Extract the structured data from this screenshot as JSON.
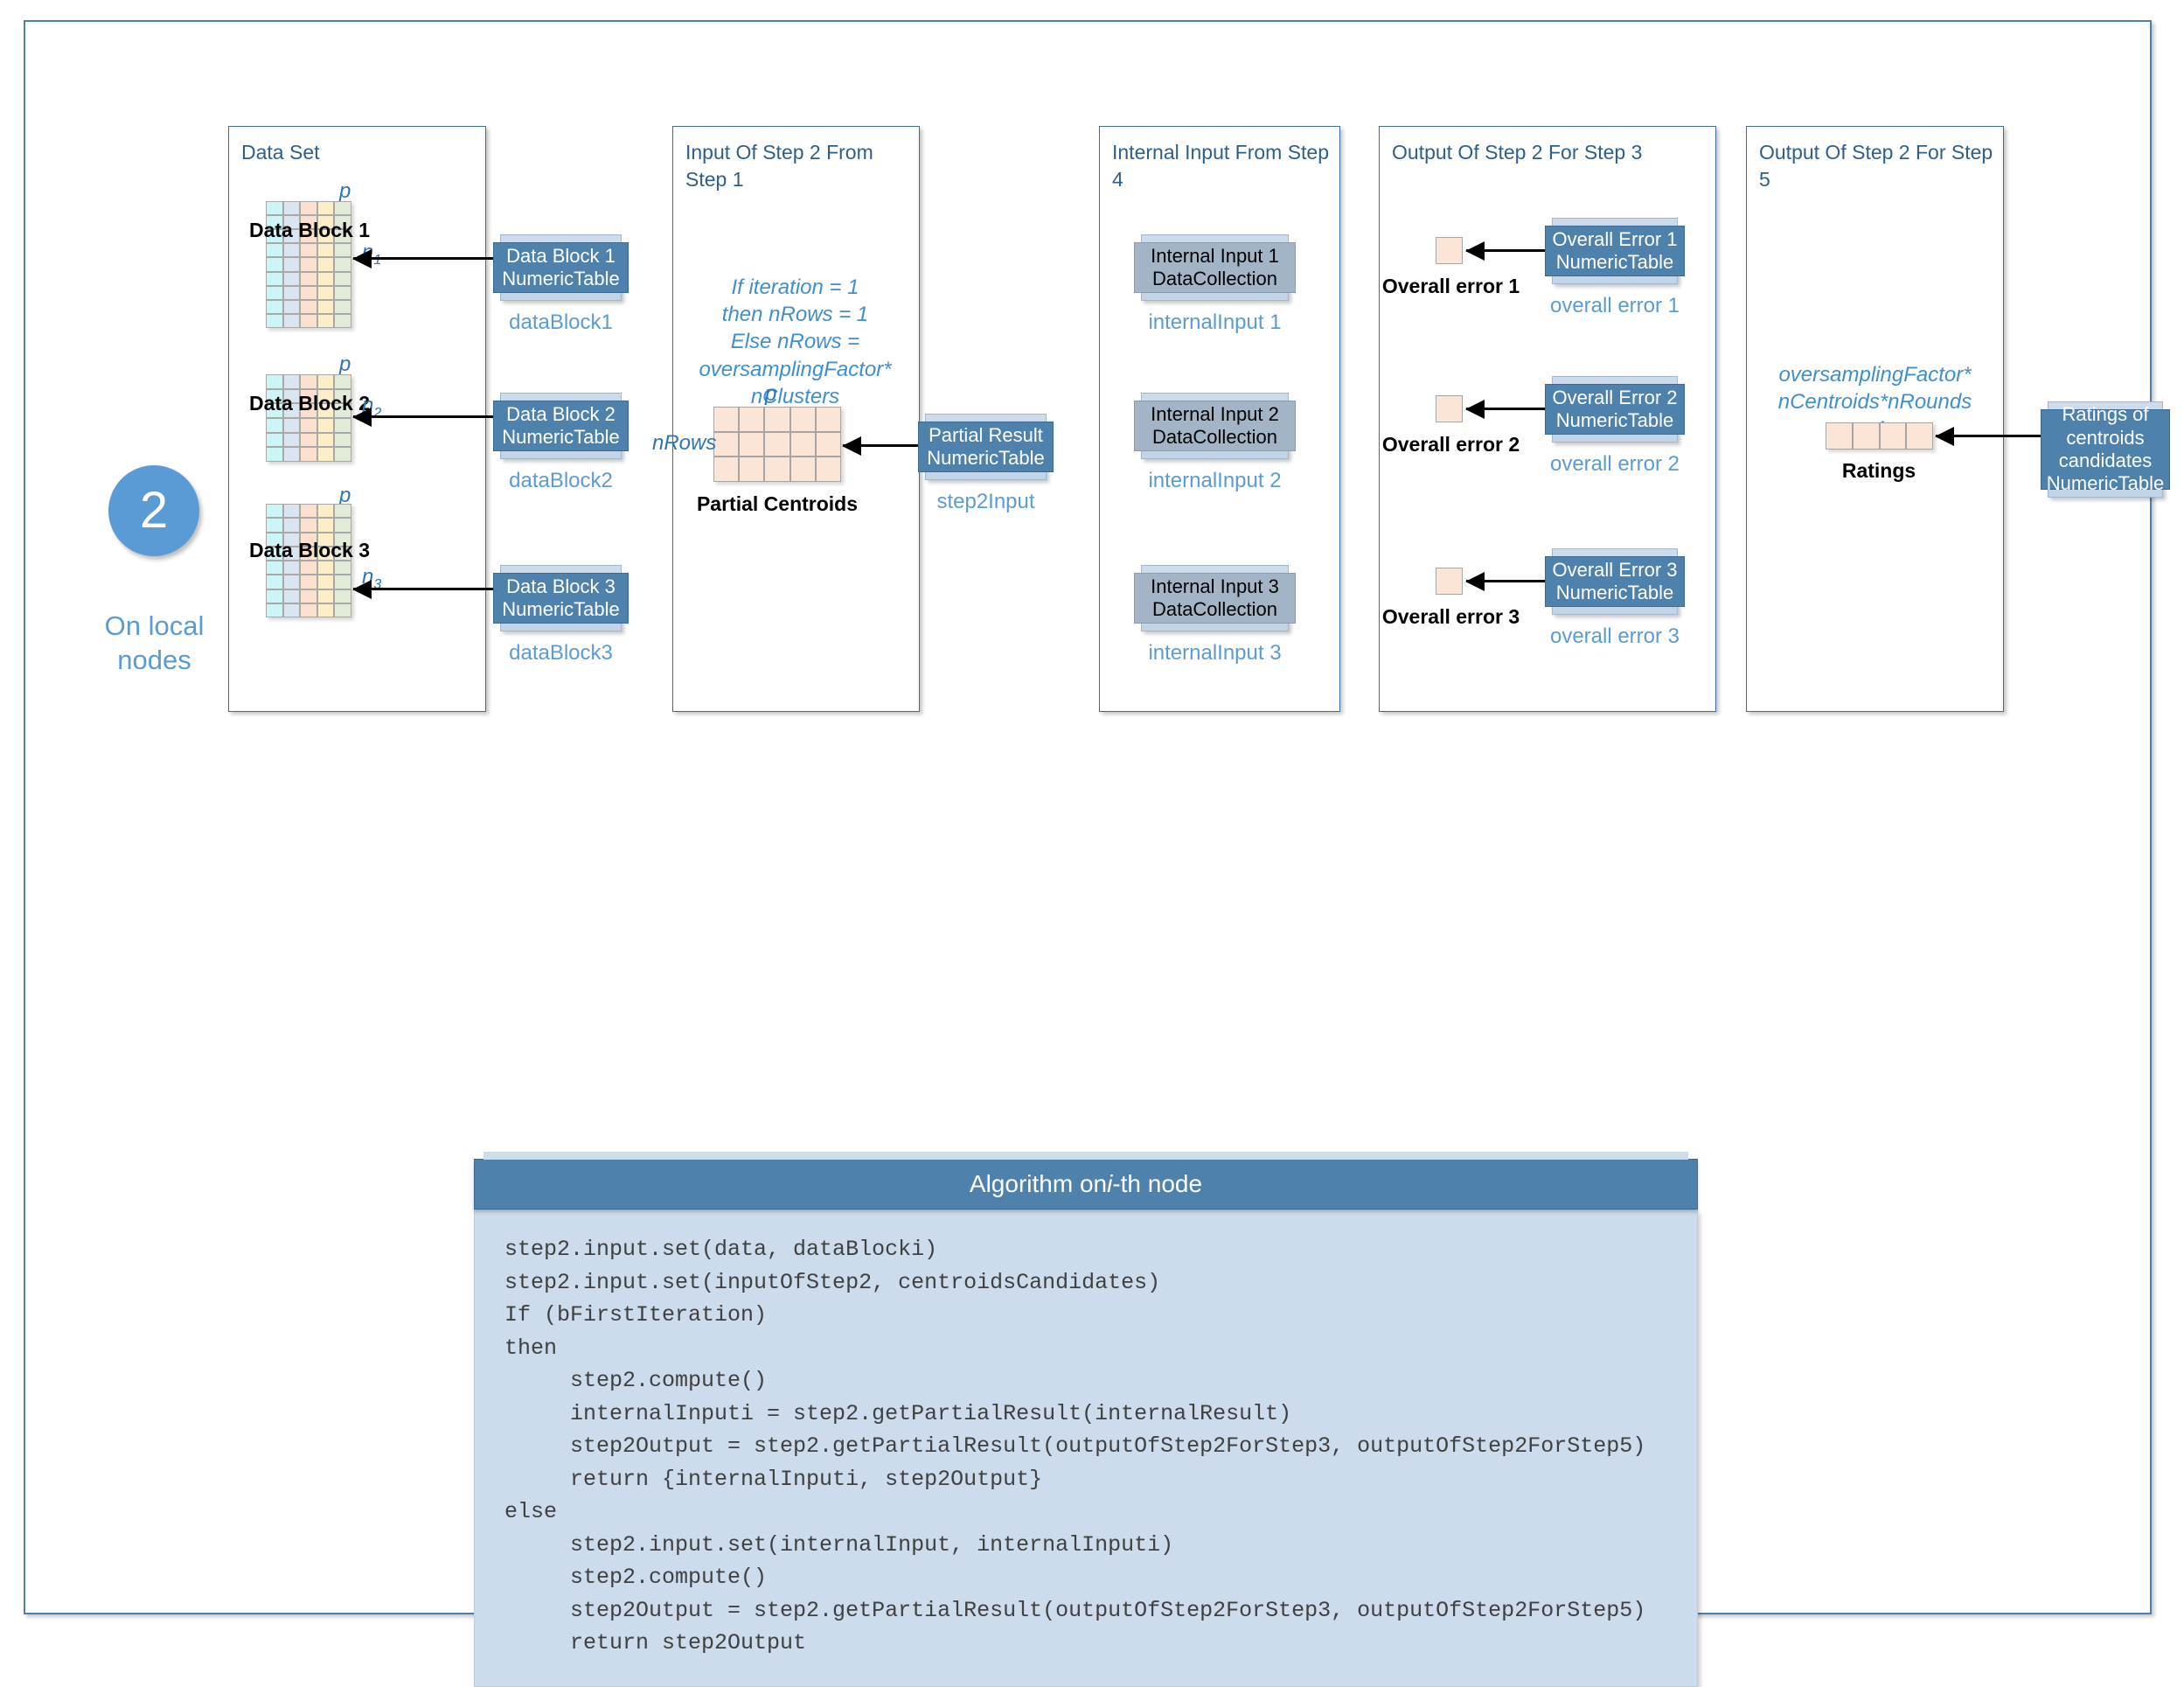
{
  "step": {
    "number": "2",
    "caption": "On local\nnodes",
    "accent": "#5b9bd5"
  },
  "panels": {
    "data_set": {
      "title": "Data Set"
    },
    "input_step1": {
      "title": "Input Of Step 2 From Step 1"
    },
    "internal_input": {
      "title": "Internal Input From Step 4"
    },
    "output_step3": {
      "title": "Output Of Step 2 For Step 3"
    },
    "output_step5": {
      "title": "Output Of Step 2 For Step 5"
    }
  },
  "data_blocks": [
    {
      "name": "Data Block 1",
      "cols_label": "p",
      "rows_label": "n",
      "rows_sub": "1",
      "box_title": "Data Block 1\nNumericTable",
      "api": "dataBlock1",
      "rows": 9,
      "cols": 5
    },
    {
      "name": "Data Block 2",
      "cols_label": "p",
      "rows_label": "n",
      "rows_sub": "2",
      "box_title": "Data Block 2\nNumericTable",
      "api": "dataBlock2",
      "rows": 6,
      "cols": 5
    },
    {
      "name": "Data Block 3",
      "cols_label": "p",
      "rows_label": "n",
      "rows_sub": "3",
      "box_title": "Data Block 3\nNumericTable",
      "api": "dataBlock3",
      "rows": 8,
      "cols": 5
    }
  ],
  "input_step1": {
    "note": "If iteration = 1\nthen nRows = 1\nElse nRows =\noversamplingFactor*\nnClusters",
    "matrix": {
      "cols_label": "p",
      "rows_label": "nRows",
      "caption": "Partial Centroids",
      "rows": 3,
      "cols": 5
    },
    "box_title": "Partial Result\nNumericTable",
    "api": "step2Input"
  },
  "internal_inputs": [
    {
      "box_title": "Internal Input 1\nDataCollection",
      "api": "internalInput 1"
    },
    {
      "box_title": "Internal Input 2\nDataCollection",
      "api": "internalInput 2"
    },
    {
      "box_title": "Internal Input 3\nDataCollection",
      "api": "internalInput 3"
    }
  ],
  "overall_errors": [
    {
      "caption": "Overall  error 1",
      "box_title": "Overall Error 1\nNumericTable",
      "api": "overall error 1"
    },
    {
      "caption": "Overall  error 2",
      "box_title": "Overall Error 2\nNumericTable",
      "api": "overall error 2"
    },
    {
      "caption": "Overall  error 3",
      "box_title": "Overall Error 3\nNumericTable",
      "api": "overall error 3"
    }
  ],
  "ratings": {
    "note": "oversamplingFactor*\nnCentroids*nRounds\n+1",
    "caption": "Ratings",
    "cells": 4,
    "box_title": "Ratings of\ncentroids\ncandidates\nNumericTable"
  },
  "algorithm": {
    "title_pre": "Algorithm on ",
    "title_italic": "i",
    "title_post": "-th node",
    "code": "step2.input.set(data, dataBlocki)\nstep2.input.set(inputOfStep2, centroidsCandidates)\nIf (bFirstIteration)\nthen\n     step2.compute()\n     internalInputi = step2.getPartialResult(internalResult)\n     step2Output = step2.getPartialResult(outputOfStep2ForStep3, outputOfStep2ForStep5)\n     return {internalInputi, step2Output}\nelse\n     step2.input.set(internalInput, internalInputi)\n     step2.compute()\n     step2Output = step2.getPartialResult(outputOfStep2ForStep3, outputOfStep2ForStep5)\n     return step2Output"
  }
}
